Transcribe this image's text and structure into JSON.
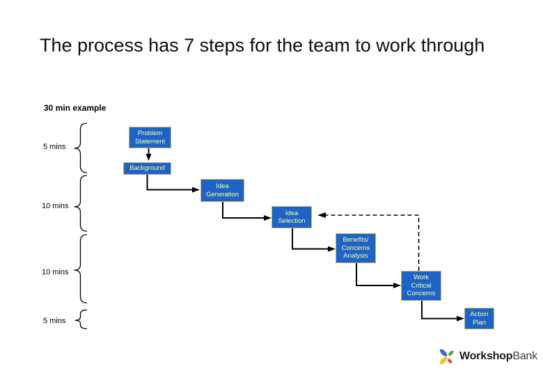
{
  "slide": {
    "title": "The process has 7 steps for the team to work through",
    "section_label": "30 min example"
  },
  "timeline_segments": [
    {
      "label": "5 mins"
    },
    {
      "label": "10 mins"
    },
    {
      "label": "10 mins"
    },
    {
      "label": "5 mins"
    }
  ],
  "flow_steps": [
    {
      "label": "Problem\nStatement"
    },
    {
      "label": "Background"
    },
    {
      "label": "Idea\nGeneration"
    },
    {
      "label": "Idea\nSelection"
    },
    {
      "label": "Benefits/\nConcerns\nAnalysis"
    },
    {
      "label": "Work\nCritical\nConcerns"
    },
    {
      "label": "Action\nPlan"
    }
  ],
  "colors": {
    "step_fill": "#1E64C8",
    "step_border": "#C9B45E",
    "step_text": "#FFFF99",
    "connector": "#000000",
    "background": "#FFFFFF"
  },
  "logo": {
    "brand_primary": "Workshop",
    "brand_secondary": "Bank",
    "mark_colors": {
      "top_left": "#3A6FC8",
      "top_right": "#55A038",
      "bottom_left": "#F2C431",
      "bottom_right": "#D8402F"
    }
  }
}
